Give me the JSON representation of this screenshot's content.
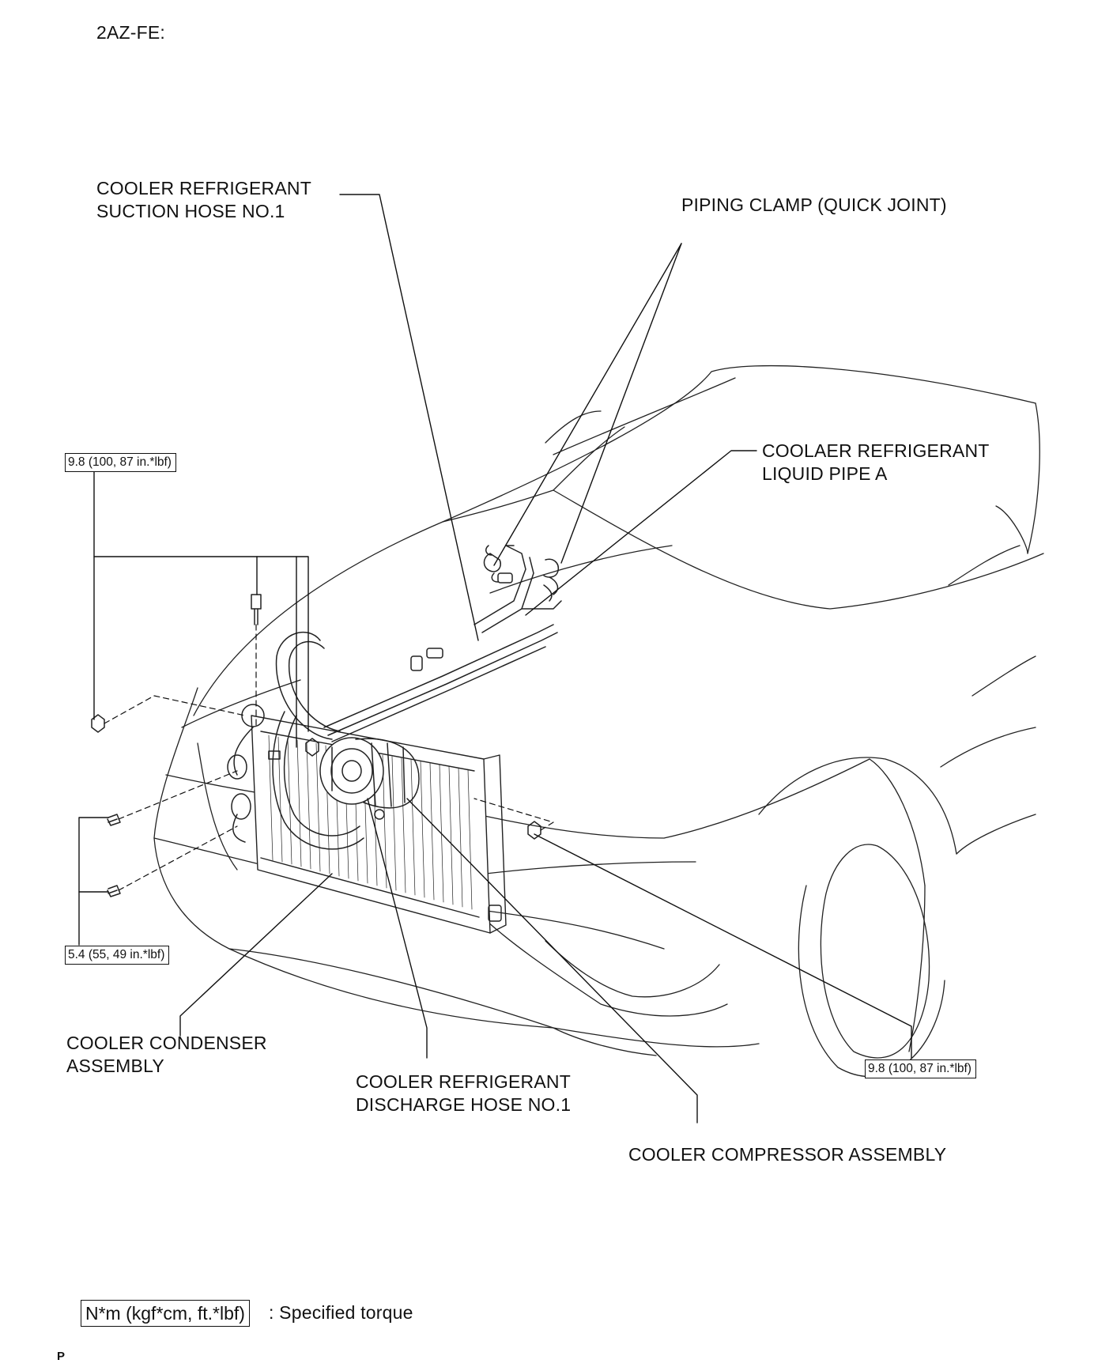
{
  "header": {
    "engine_code": "2AZ-FE:"
  },
  "labels": {
    "suction_hose": [
      "COOLER REFRIGERANT",
      "SUCTION HOSE NO.1"
    ],
    "piping_clamp": "PIPING CLAMP (QUICK JOINT)",
    "liquid_pipe": [
      "COOLAER REFRIGERANT",
      "LIQUID PIPE A"
    ],
    "condenser": [
      "COOLER CONDENSER",
      "ASSEMBLY"
    ],
    "discharge_hose": [
      "COOLER REFRIGERANT",
      "DISCHARGE HOSE NO.1"
    ],
    "compressor": "COOLER COMPRESSOR ASSEMBLY"
  },
  "torques": {
    "upper_left": "9.8 (100, 87 in.*lbf)",
    "lower_left": "5.4 (55, 49 in.*lbf)",
    "right": "9.8 (100, 87 in.*lbf)"
  },
  "legend": {
    "box": "N*m (kgf*cm, ft.*lbf)",
    "text": ": Specified torque"
  },
  "footer": {
    "mark": "P"
  }
}
